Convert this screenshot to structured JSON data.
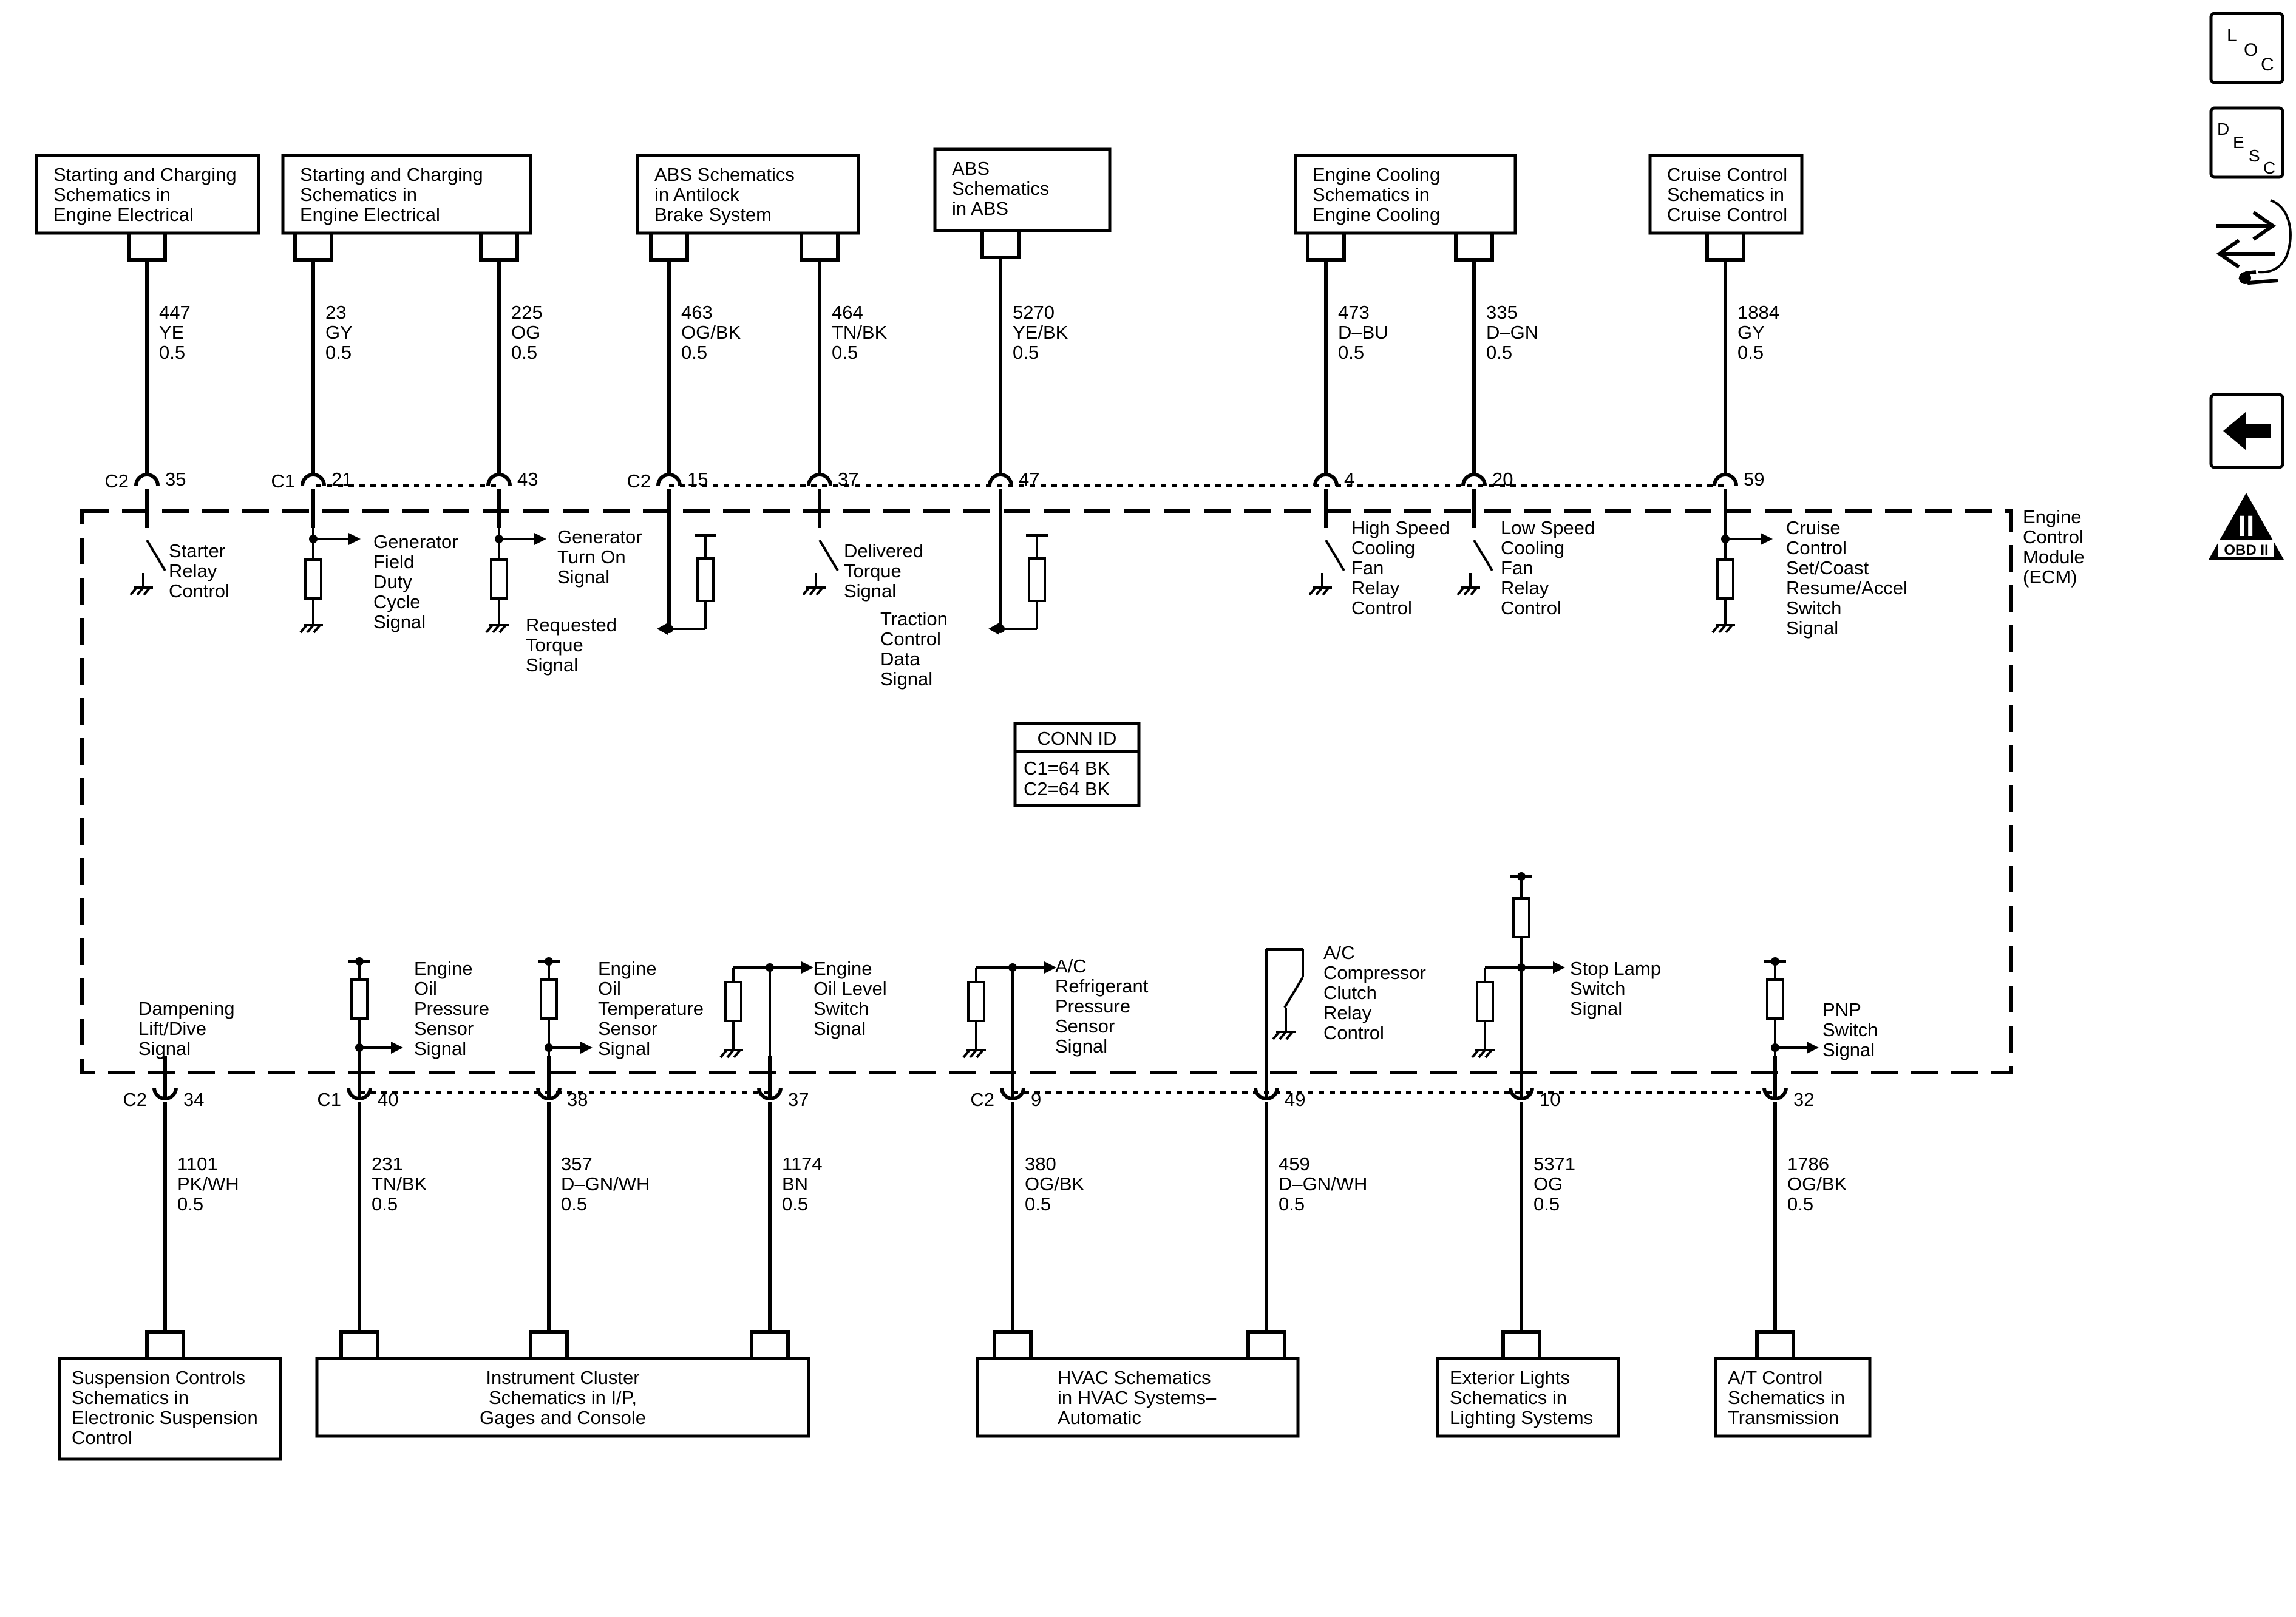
{
  "nav": {
    "loc": [
      "L",
      "O",
      "C"
    ],
    "desc": [
      "D",
      "E",
      "S",
      "C"
    ],
    "obd": {
      "numeral": "II",
      "text": "OBD II"
    }
  },
  "ecm": {
    "label": [
      "Engine",
      "Control",
      "Module",
      "(ECM)"
    ],
    "conn_title": "CONN ID",
    "conn_rows": [
      "C1=64 BK",
      "C2=64 BK"
    ]
  },
  "top_boxes": [
    {
      "lines": [
        "Starting and Charging",
        "Schematics in",
        "Engine Electrical"
      ]
    },
    {
      "lines": [
        "Starting and Charging",
        "Schematics in",
        "Engine Electrical"
      ]
    },
    {
      "lines": [
        "ABS Schematics",
        "in Antilock",
        "Brake System"
      ]
    },
    {
      "lines": [
        "ABS",
        "Schematics",
        "in ABS"
      ]
    },
    {
      "lines": [
        "Engine Cooling",
        "Schematics in",
        "Engine Cooling"
      ]
    },
    {
      "lines": [
        "Cruise Control",
        "Schematics in",
        "Cruise Control"
      ]
    }
  ],
  "bottom_boxes": [
    {
      "lines": [
        "Suspension Controls",
        "Schematics in",
        "Electronic Suspension",
        "Control"
      ]
    },
    {
      "lines": [
        "Instrument Cluster",
        "Schematics in I/P,",
        "Gages and Console"
      ]
    },
    {
      "lines": [
        "HVAC Schematics",
        "in HVAC Systems–",
        "Automatic"
      ]
    },
    {
      "lines": [
        "Exterior Lights",
        "Schematics in",
        "Lighting Systems"
      ]
    },
    {
      "lines": [
        "A/T Control",
        "Schematics in",
        "Transmission"
      ]
    }
  ],
  "top_circuits": [
    {
      "circuit": "447",
      "color": "YE",
      "gauge": "0.5",
      "conn": "C2",
      "pin": "35",
      "label": [
        "Starter",
        "Relay",
        "Control"
      ]
    },
    {
      "circuit": "23",
      "color": "GY",
      "gauge": "0.5",
      "conn": "C1",
      "pin": "21",
      "label": [
        "Generator",
        "Field",
        "Duty",
        "Cycle",
        "Signal"
      ]
    },
    {
      "circuit": "225",
      "color": "OG",
      "gauge": "0.5",
      "conn": "",
      "pin": "43",
      "label": [
        "Generator",
        "Turn On",
        "Signal"
      ]
    },
    {
      "circuit": "463",
      "color": "OG/BK",
      "gauge": "0.5",
      "conn": "C2",
      "pin": "15",
      "label": [
        "Requested",
        "Torque",
        "Signal"
      ]
    },
    {
      "circuit": "464",
      "color": "TN/BK",
      "gauge": "0.5",
      "conn": "",
      "pin": "37",
      "label": [
        "Delivered",
        "Torque",
        "Signal"
      ]
    },
    {
      "circuit": "5270",
      "color": "YE/BK",
      "gauge": "0.5",
      "conn": "",
      "pin": "47",
      "label": [
        "Traction",
        "Control",
        "Data",
        "Signal"
      ]
    },
    {
      "circuit": "473",
      "color": "D–BU",
      "gauge": "0.5",
      "conn": "",
      "pin": "4",
      "label": [
        "High Speed",
        "Cooling",
        "Fan",
        "Relay",
        "Control"
      ]
    },
    {
      "circuit": "335",
      "color": "D–GN",
      "gauge": "0.5",
      "conn": "",
      "pin": "20",
      "label": [
        "Low Speed",
        "Cooling",
        "Fan",
        "Relay",
        "Control"
      ]
    },
    {
      "circuit": "1884",
      "color": "GY",
      "gauge": "0.5",
      "conn": "",
      "pin": "59",
      "label": [
        "Cruise",
        "Control",
        "Set/Coast",
        "Resume/Accel",
        "Switch",
        "Signal"
      ]
    }
  ],
  "bottom_circuits": [
    {
      "circuit": "1101",
      "color": "PK/WH",
      "gauge": "0.5",
      "conn": "C2",
      "pin": "34",
      "label": [
        "Dampening",
        "Lift/Dive",
        "Signal"
      ]
    },
    {
      "circuit": "231",
      "color": "TN/BK",
      "gauge": "0.5",
      "conn": "C1",
      "pin": "40",
      "label": [
        "Engine",
        "Oil",
        "Pressure",
        "Sensor",
        "Signal"
      ]
    },
    {
      "circuit": "357",
      "color": "D–GN/WH",
      "gauge": "0.5",
      "conn": "",
      "pin": "38",
      "label": [
        "Engine",
        "Oil",
        "Temperature",
        "Sensor",
        "Signal"
      ]
    },
    {
      "circuit": "1174",
      "color": "BN",
      "gauge": "0.5",
      "conn": "",
      "pin": "37",
      "label": [
        "Engine",
        "Oil Level",
        "Switch",
        "Signal"
      ]
    },
    {
      "circuit": "380",
      "color": "OG/BK",
      "gauge": "0.5",
      "conn": "C2",
      "pin": "9",
      "label": [
        "A/C",
        "Refrigerant",
        "Pressure",
        "Sensor",
        "Signal"
      ]
    },
    {
      "circuit": "459",
      "color": "D–GN/WH",
      "gauge": "0.5",
      "conn": "",
      "pin": "49",
      "label": [
        "A/C",
        "Compressor",
        "Clutch",
        "Relay",
        "Control"
      ]
    },
    {
      "circuit": "5371",
      "color": "OG",
      "gauge": "0.5",
      "conn": "",
      "pin": "10",
      "label": [
        "Stop Lamp",
        "Switch",
        "Signal"
      ]
    },
    {
      "circuit": "1786",
      "color": "OG/BK",
      "gauge": "0.5",
      "conn": "",
      "pin": "32",
      "label": [
        "PNP",
        "Switch",
        "Signal"
      ]
    }
  ]
}
